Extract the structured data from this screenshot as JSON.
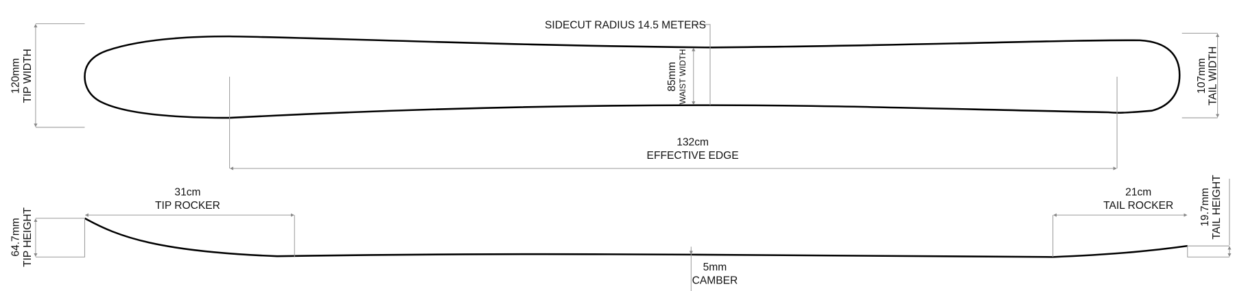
{
  "plan_view": {
    "sidecut": "SIDECUT RADIUS 14.5 METERS",
    "tip_width": {
      "value": "120mm",
      "label": "TIP WIDTH"
    },
    "waist_width": {
      "value": "85mm",
      "label": "WAIST WIDTH"
    },
    "tail_width": {
      "value": "107mm",
      "label": "TAIL WIDTH"
    },
    "effective_edge": {
      "value": "132cm",
      "label": "EFFECTIVE EDGE"
    }
  },
  "profile_view": {
    "tip_rocker": {
      "value": "31cm",
      "label": "TIP ROCKER"
    },
    "tail_rocker": {
      "value": "21cm",
      "label": "TAIL ROCKER"
    },
    "tip_height": {
      "value": "64.7mm",
      "label": "TIP HEIGHT"
    },
    "tail_height": {
      "value": "19.7mm",
      "label": "TAIL HEIGHT"
    },
    "camber": {
      "value": "5mm",
      "label": "CAMBER"
    }
  }
}
